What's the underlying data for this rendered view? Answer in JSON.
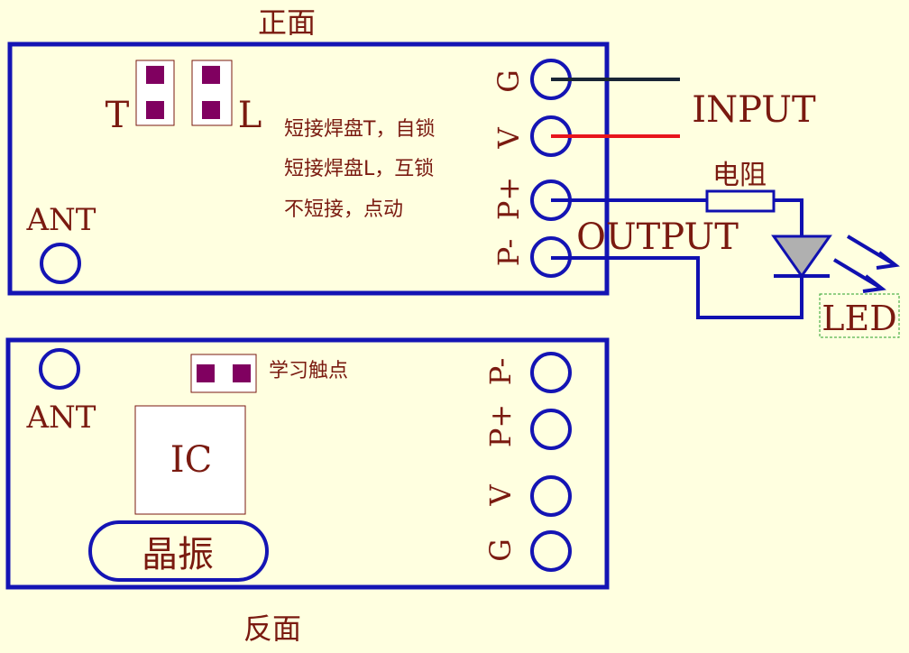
{
  "front": {
    "title": "正面",
    "jumper_t": "T",
    "jumper_l": "L",
    "ant": "ANT",
    "notes": [
      "短接焊盘T，自锁",
      "短接焊盘L，互锁",
      "不短接，点动"
    ],
    "pins": [
      "G",
      "V",
      "P+",
      "P-"
    ]
  },
  "wiring": {
    "input": "INPUT",
    "output": "OUTPUT",
    "resistor": "电阻",
    "led": "LED",
    "wire_colors": {
      "ground": "#1a2535",
      "vcc": "#e8141c",
      "trace": "#1010b0"
    }
  },
  "back": {
    "title": "反面",
    "ant": "ANT",
    "learn_contact": "学习触点",
    "ic": "IC",
    "crystal": "晶振",
    "pins": [
      "P-",
      "P+",
      "V",
      "G"
    ]
  },
  "colors": {
    "background": "#ffffe0",
    "board_outline": "#1414b4",
    "label_text": "#7a1a10",
    "pad": "#800060"
  }
}
